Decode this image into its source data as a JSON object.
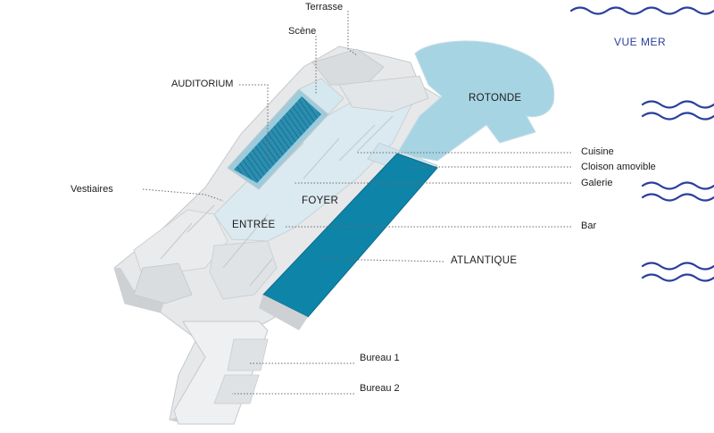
{
  "sea": {
    "label": "VUE MER",
    "wave_color": "#2a3f9b"
  },
  "rooms": {
    "terrasse": "Terrasse",
    "scene": "Scène",
    "auditorium": "AUDITORIUM",
    "rotonde": "ROTONDE",
    "vestiaires": "Vestiaires",
    "foyer": "FOYER",
    "entree": "ENTRÉE",
    "atlantique": "ATLANTIQUE",
    "cuisine": "Cuisine",
    "cloison": "Cloison amovible",
    "galerie": "Galerie",
    "bar": "Bar",
    "bureau1": "Bureau 1",
    "bureau2": "Bureau 2"
  },
  "colors": {
    "light_blue": "#a7d4e3",
    "dark_blue": "#0e84a8",
    "seat_blue": "#2b8eb0",
    "wall": "#e4e6e8"
  }
}
